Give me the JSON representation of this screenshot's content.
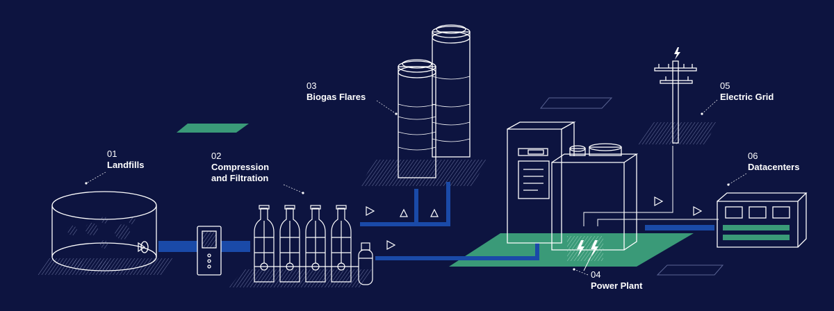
{
  "stages": [
    {
      "number": "01",
      "name": "Landfills"
    },
    {
      "number": "02",
      "name": "Compression",
      "name2": "and Filtration"
    },
    {
      "number": "03",
      "name": "Biogas Flares"
    },
    {
      "number": "04",
      "name": "Power Plant"
    },
    {
      "number": "05",
      "name": "Electric Grid"
    },
    {
      "number": "06",
      "name": "Datacenters"
    }
  ],
  "colors": {
    "background": "#0d1440",
    "line": "#ffffff",
    "pipe_blue": "#1a4aa8",
    "accent_green": "#3a9a78"
  },
  "icons": {
    "power": "lightning-bolt-icon",
    "flow": "triangle-arrow-icon"
  }
}
